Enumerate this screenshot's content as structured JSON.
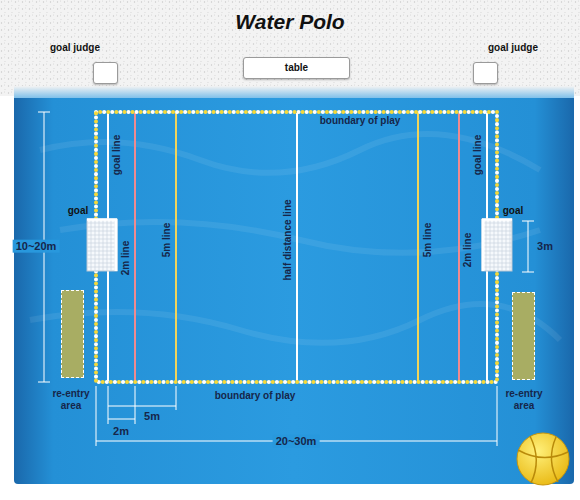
{
  "diagram": {
    "title": "Water Polo",
    "nodes": [
      {
        "text": [
          "goal judge"
        ]
      },
      {
        "text": [
          "table"
        ]
      },
      {
        "text": [
          "goal judge"
        ]
      },
      {
        "text": [
          "goal"
        ]
      },
      {
        "text": [
          "goal"
        ]
      },
      {
        "text": [
          "re-entry area"
        ]
      },
      {
        "text": [
          "re-entry area"
        ]
      }
    ],
    "labels": [
      "boundary of play",
      "goal line",
      "2m line",
      "5m line",
      "half distance line",
      "5m line",
      "2m line",
      "goal line",
      "boundary of play",
      "10~20m",
      "3m",
      "2m",
      "5m",
      "20~30m"
    ]
  }
}
